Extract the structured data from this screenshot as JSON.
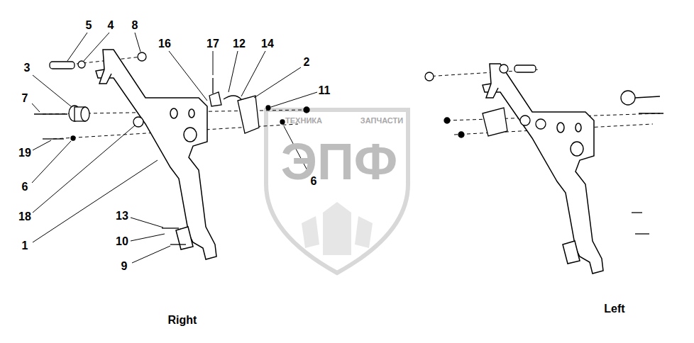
{
  "diagram": {
    "labels": [
      "5",
      "4",
      "8",
      "16",
      "17",
      "12",
      "14",
      "2",
      "3",
      "11",
      "7",
      "19",
      "6",
      "18",
      "1",
      "6",
      "13",
      "10",
      "9",
      "Right",
      "Left",
      "ЭПФ",
      "ТЕХНИКА",
      "ЗАПЧАСТИ"
    ]
  }
}
